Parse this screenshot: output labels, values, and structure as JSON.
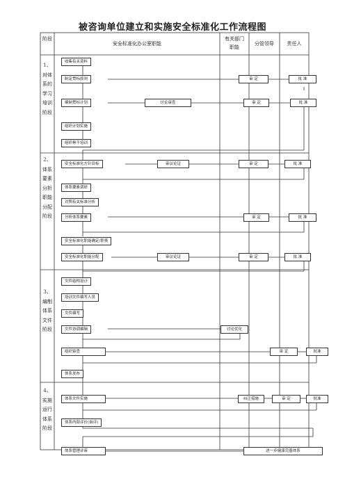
{
  "title": "被咨询单位建立和实施安全标准化工作流程图",
  "header": {
    "stage": "阶段",
    "office": "安全标准化办公室职能",
    "dept": "有关部门职能",
    "leader": "分管领导",
    "owner": "责任人"
  },
  "stages": [
    {
      "label": "1、对体系的学习培训阶段"
    },
    {
      "label": "2、体系要素分析职能分配阶段"
    },
    {
      "label": "3、编制体系文件阶段"
    },
    {
      "label": "4、实施运行体系阶段"
    }
  ],
  "steps": {
    "s1_collect": "收集有关资料",
    "s1_standard": "制定贯标原则",
    "s1_plan": "编制贯标计划",
    "s1_discuss": "讨论审查",
    "s1_organize": "组织计划实施",
    "s1_train": "组织骨干培训",
    "s2_scheme": "安全标准化方针目标",
    "s2_review1": "审议论证",
    "s2_survey": "体系要素调研",
    "s2_analyze": "对照有关标准分析",
    "s2_elements": "分析体系要素",
    "s2_duties": "安全标准化职能确定/职责",
    "s2_assign": "安全标准化职能分配",
    "s2_review2": "审议论证",
    "s3_design": "文件结构设计",
    "s3_trainwriters": "培训文件编写人员",
    "s3_write": "文件编写",
    "s3_coordinate": "文件协调编辑",
    "s3_discuss": "讨论优化",
    "s3_review": "组织审查",
    "s3_release": "体系发布",
    "s4_implement": "体系文件实施",
    "s4_measures": "纠正措施",
    "s4_internal": "体系内部评价(自评)",
    "s4_mgmt": "体系管理评审",
    "s4_improve": "进一步健康完善体系"
  },
  "leader_actions": {
    "review": "审 定",
    "approve": "批 准",
    "approve2": "批准"
  }
}
